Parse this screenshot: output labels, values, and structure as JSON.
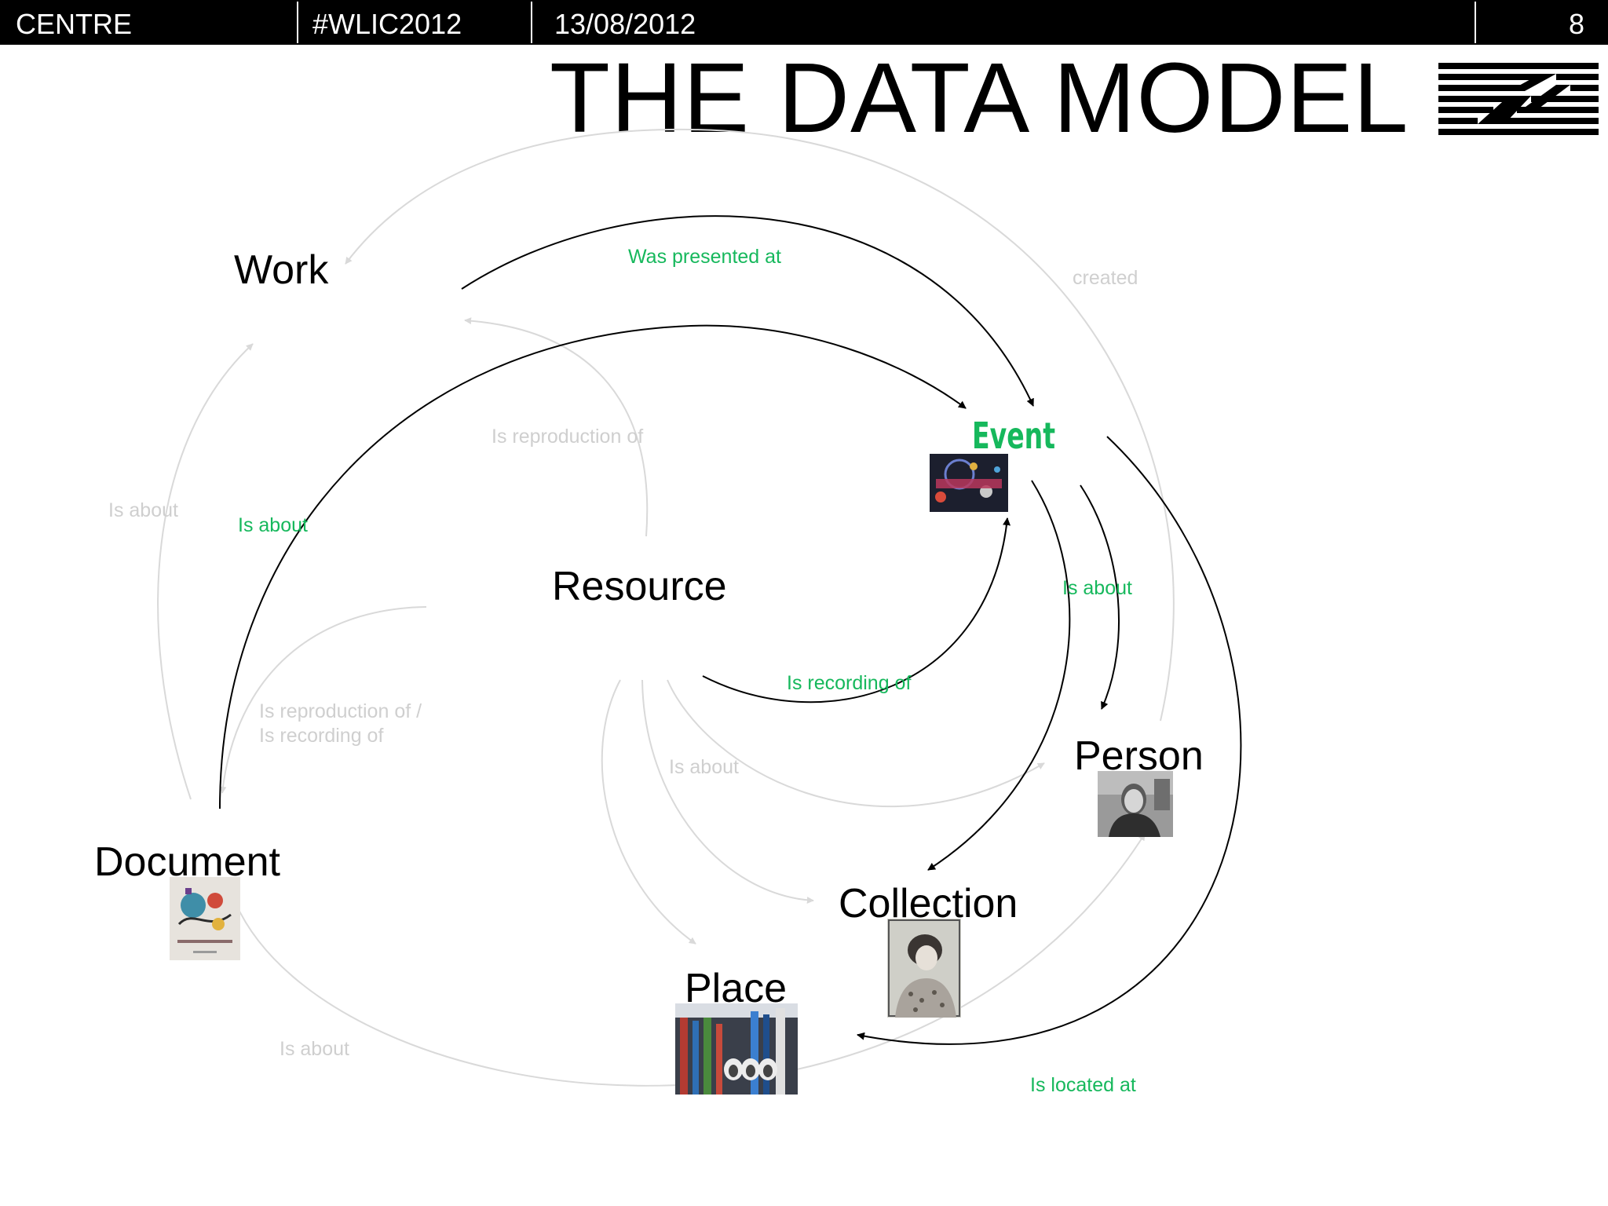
{
  "header": {
    "org": "CENTRE",
    "hashtag": "#WLIC2012",
    "date": "13/08/2012",
    "page_number": "8"
  },
  "title": "THE DATA MODEL",
  "nodes": {
    "work": "Work",
    "resource": "Resource",
    "event": "Event",
    "person": "Person",
    "collection": "Collection",
    "place": "Place",
    "document": "Document"
  },
  "relations": {
    "was_presented_at": "Was presented at",
    "created": "created",
    "is_reproduction_of": "Is reproduction of",
    "is_about_grey_left": "Is about",
    "is_about_green_left": "Is about",
    "is_about_green_right": "Is about",
    "is_recording_of": "Is recording of",
    "is_reproduction_recording_line1": "Is reproduction of /",
    "is_reproduction_recording_line2": "Is recording of",
    "is_about_grey_center": "Is about",
    "is_about_grey_bottom": "Is about",
    "is_located_at": "Is located at"
  },
  "colors": {
    "green_label": "#16b85c",
    "grey_label": "#cfcfcf",
    "dark_arrow": "#000000",
    "grey_arrow": "#d9d9d9"
  }
}
